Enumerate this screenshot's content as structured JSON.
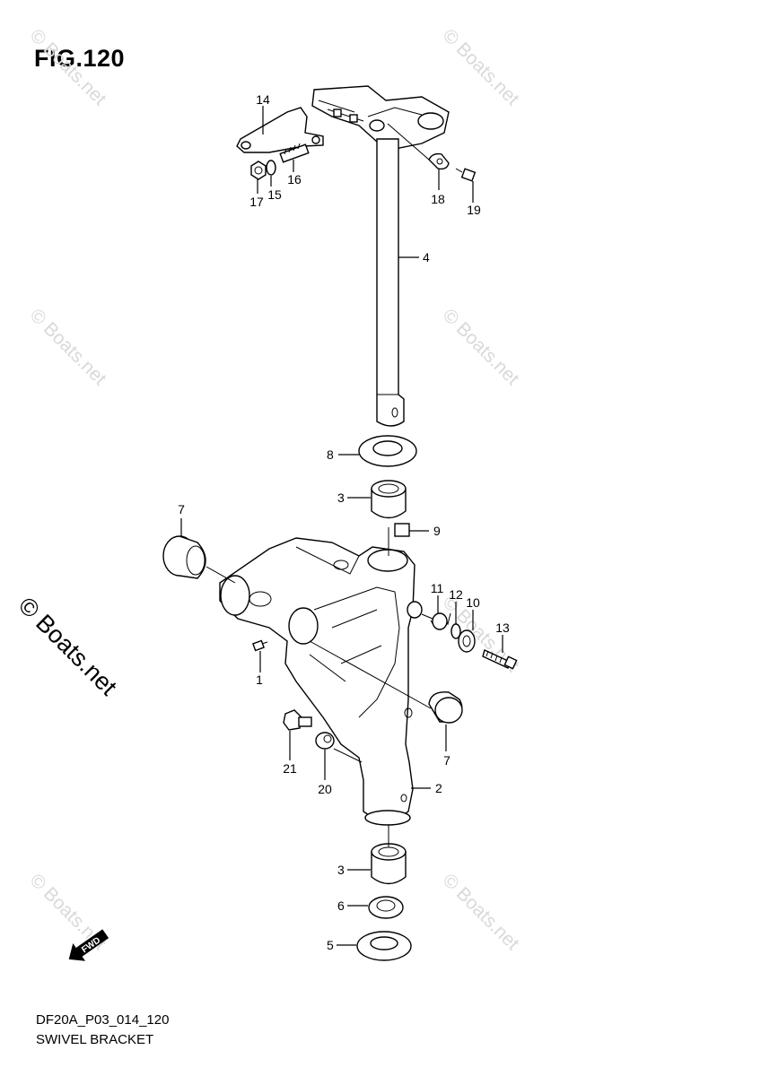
{
  "figure": {
    "title": "FIG.120"
  },
  "footer": {
    "code": "DF20A_P03_014_120",
    "name": "SWIVEL BRACKET"
  },
  "watermark": {
    "text": "© Boats.net"
  },
  "fwd_arrow": {
    "label": "FWD"
  },
  "callouts": {
    "p1": "1",
    "p2": "2",
    "p3a": "3",
    "p3b": "3",
    "p4": "4",
    "p5": "5",
    "p6": "6",
    "p7a": "7",
    "p7b": "7",
    "p8": "8",
    "p9": "9",
    "p10": "10",
    "p11": "11",
    "p12": "12",
    "p13": "13",
    "p14": "14",
    "p15": "15",
    "p16": "16",
    "p17": "17",
    "p18": "18",
    "p19": "19",
    "p20": "20",
    "p21": "21"
  }
}
